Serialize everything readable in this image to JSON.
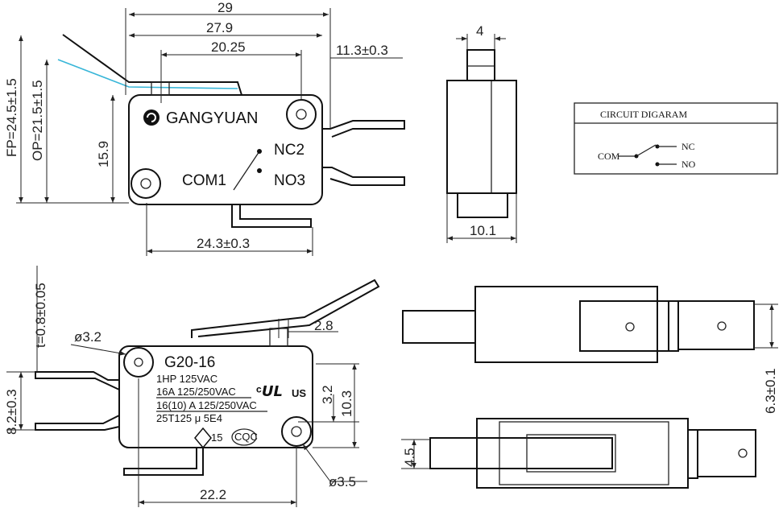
{
  "top_view": {
    "dims": {
      "width_total": "29",
      "width_body": "27.9",
      "width_holes": "20.25",
      "terminal_offset": "11.3±0.3",
      "height_body": "15.9",
      "com_offset": "24.3±0.3",
      "fp": "FP=24.5±1.5",
      "op": "OP=21.5±1.5"
    },
    "brand": "GANGYUAN",
    "terminals": {
      "nc": "NC2",
      "no": "NO3",
      "com": "COM1"
    }
  },
  "side_view": {
    "dims": {
      "thickness": "4",
      "width": "10.1"
    }
  },
  "circuit": {
    "title": "CIRCUIT DIGARAM",
    "com": "COM",
    "nc": "NC",
    "no": "NO"
  },
  "bottom_view": {
    "model": "G20-16",
    "rating_lines": [
      "1HP 125VAC",
      "16A 125/250VAC",
      "16(10) A 125/250VAC",
      "25T125 μ 5E4"
    ],
    "ul_mark": "US",
    "cqc_mark": "CQC",
    "ce_number": "15",
    "dims": {
      "thickness": "t=0.8±0.05",
      "hole_small": "ø3.2",
      "actuator": "2.8",
      "h_3_2": "3.2",
      "h_10_3": "10.3",
      "pitch": "8.2±0.3",
      "width": "22.2",
      "hole_large": "ø3.5"
    }
  },
  "terminal_view": {
    "dims": {
      "tab": "6.3±0.1",
      "side": "4.5"
    }
  }
}
